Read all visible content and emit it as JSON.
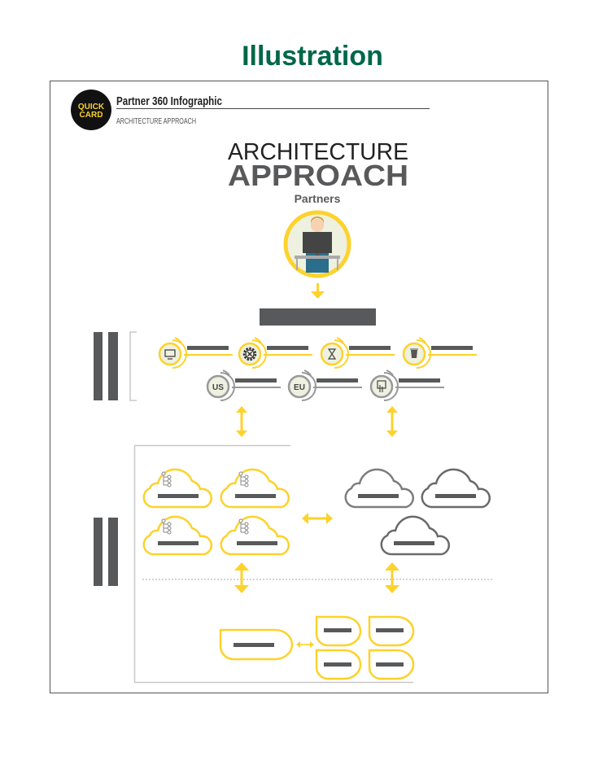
{
  "page_title": "Illustration",
  "card": {
    "badge_line1": "QUICK",
    "badge_line2": "CARD",
    "title": "Partner 360 Infographic",
    "subtitle": "ARCHITECTURE APPROACH"
  },
  "diagram": {
    "heading_light": "ARCHITECTURE",
    "heading_bold": "APPROACH",
    "actor_label": "Partners",
    "region_icons": [
      "US",
      "EU"
    ],
    "service_icons": [
      "monitor-icon",
      "gear-icon",
      "hourglass-icon",
      "trash-icon",
      "hand-card-icon"
    ]
  },
  "colors": {
    "title_green": "#006747",
    "yellow": "#fdd22b",
    "dark_gray": "#58595b",
    "mid_gray": "#7d7d7d",
    "light_gray": "#c8c8c8",
    "icon_fill": "#eef0e0"
  }
}
